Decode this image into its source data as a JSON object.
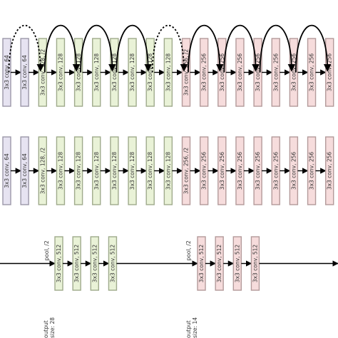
{
  "colors": {
    "purple_fill": "#e6e3f1",
    "purple_stroke": "#9b97a8",
    "green_fill": "#e9f2d7",
    "green_stroke": "#9faa8c",
    "pink_fill": "#f6dcdc",
    "pink_stroke": "#b39a9a",
    "line": "#000000"
  },
  "rows": [
    {
      "id": "residual",
      "blocks": [
        {
          "label": "3x3 conv, 64",
          "color": "purple"
        },
        {
          "label": "3x3 conv, 64",
          "color": "purple"
        },
        {
          "label": "3x3 conv, 128, /2",
          "color": "green"
        },
        {
          "label": "3x3 conv, 128",
          "color": "green"
        },
        {
          "label": "3x3 conv, 128",
          "color": "green"
        },
        {
          "label": "3x3 conv, 128",
          "color": "green"
        },
        {
          "label": "3x3 conv, 128",
          "color": "green"
        },
        {
          "label": "3x3 conv, 128",
          "color": "green"
        },
        {
          "label": "3x3 conv, 128",
          "color": "green"
        },
        {
          "label": "3x3 conv, 128",
          "color": "green"
        },
        {
          "label": "3x3 conv, 256, /2",
          "color": "pink"
        },
        {
          "label": "3x3 conv, 256",
          "color": "pink"
        },
        {
          "label": "3x3 conv, 256",
          "color": "pink"
        },
        {
          "label": "3x3 conv, 256",
          "color": "pink"
        },
        {
          "label": "3x3 conv, 256",
          "color": "pink"
        },
        {
          "label": "3x3 conv, 256",
          "color": "pink"
        },
        {
          "label": "3x3 conv, 256",
          "color": "pink"
        },
        {
          "label": "3x3 conv, 256",
          "color": "pink"
        },
        {
          "label": "3x3 conv, 256",
          "color": "pink"
        }
      ]
    },
    {
      "id": "plain",
      "blocks": [
        {
          "label": "3x3 conv, 64",
          "color": "purple"
        },
        {
          "label": "3x3 conv, 64",
          "color": "purple"
        },
        {
          "label": "3x3 conv, 128, /2",
          "color": "green"
        },
        {
          "label": "3x3 conv, 128",
          "color": "green"
        },
        {
          "label": "3x3 conv, 128",
          "color": "green"
        },
        {
          "label": "3x3 conv, 128",
          "color": "green"
        },
        {
          "label": "3x3 conv, 128",
          "color": "green"
        },
        {
          "label": "3x3 conv, 128",
          "color": "green"
        },
        {
          "label": "3x3 conv, 128",
          "color": "green"
        },
        {
          "label": "3x3 conv, 128",
          "color": "green"
        },
        {
          "label": "3x3 conv, 256, /2",
          "color": "pink"
        },
        {
          "label": "3x3 conv, 256",
          "color": "pink"
        },
        {
          "label": "3x3 conv, 256",
          "color": "pink"
        },
        {
          "label": "3x3 conv, 256",
          "color": "pink"
        },
        {
          "label": "3x3 conv, 256",
          "color": "pink"
        },
        {
          "label": "3x3 conv, 256",
          "color": "pink"
        },
        {
          "label": "3x3 conv, 256",
          "color": "pink"
        },
        {
          "label": "3x3 conv, 256",
          "color": "pink"
        },
        {
          "label": "3x3 conv, 256",
          "color": "pink"
        }
      ]
    },
    {
      "id": "vgg",
      "stages": [
        {
          "pool_label": "pool, /2",
          "output_label": "output size: 28",
          "blocks": [
            {
              "label": "3x3 conv, 512",
              "color": "green"
            },
            {
              "label": "3x3 conv, 512",
              "color": "green"
            },
            {
              "label": "3x3 conv, 512",
              "color": "green"
            },
            {
              "label": "3x3 conv, 512",
              "color": "green"
            }
          ]
        },
        {
          "pool_label": "pool, /2",
          "output_label": "output size: 14",
          "blocks": [
            {
              "label": "3x3 conv, 512",
              "color": "pink"
            },
            {
              "label": "3x3 conv, 512",
              "color": "pink"
            },
            {
              "label": "3x3 conv, 512",
              "color": "pink"
            },
            {
              "label": "3x3 conv, 512",
              "color": "pink"
            }
          ]
        }
      ]
    }
  ],
  "skip_connections": [
    {
      "from": 1,
      "to": 3,
      "style": "dotted"
    },
    {
      "from": 3,
      "to": 5,
      "style": "solid"
    },
    {
      "from": 5,
      "to": 7,
      "style": "solid"
    },
    {
      "from": 7,
      "to": 9,
      "style": "solid"
    },
    {
      "from": 9,
      "to": 11,
      "style": "dotted"
    },
    {
      "from": 11,
      "to": 13,
      "style": "solid"
    },
    {
      "from": 13,
      "to": 15,
      "style": "solid"
    },
    {
      "from": 15,
      "to": 17,
      "style": "solid"
    },
    {
      "from": 17,
      "to": 19,
      "style": "solid"
    }
  ]
}
